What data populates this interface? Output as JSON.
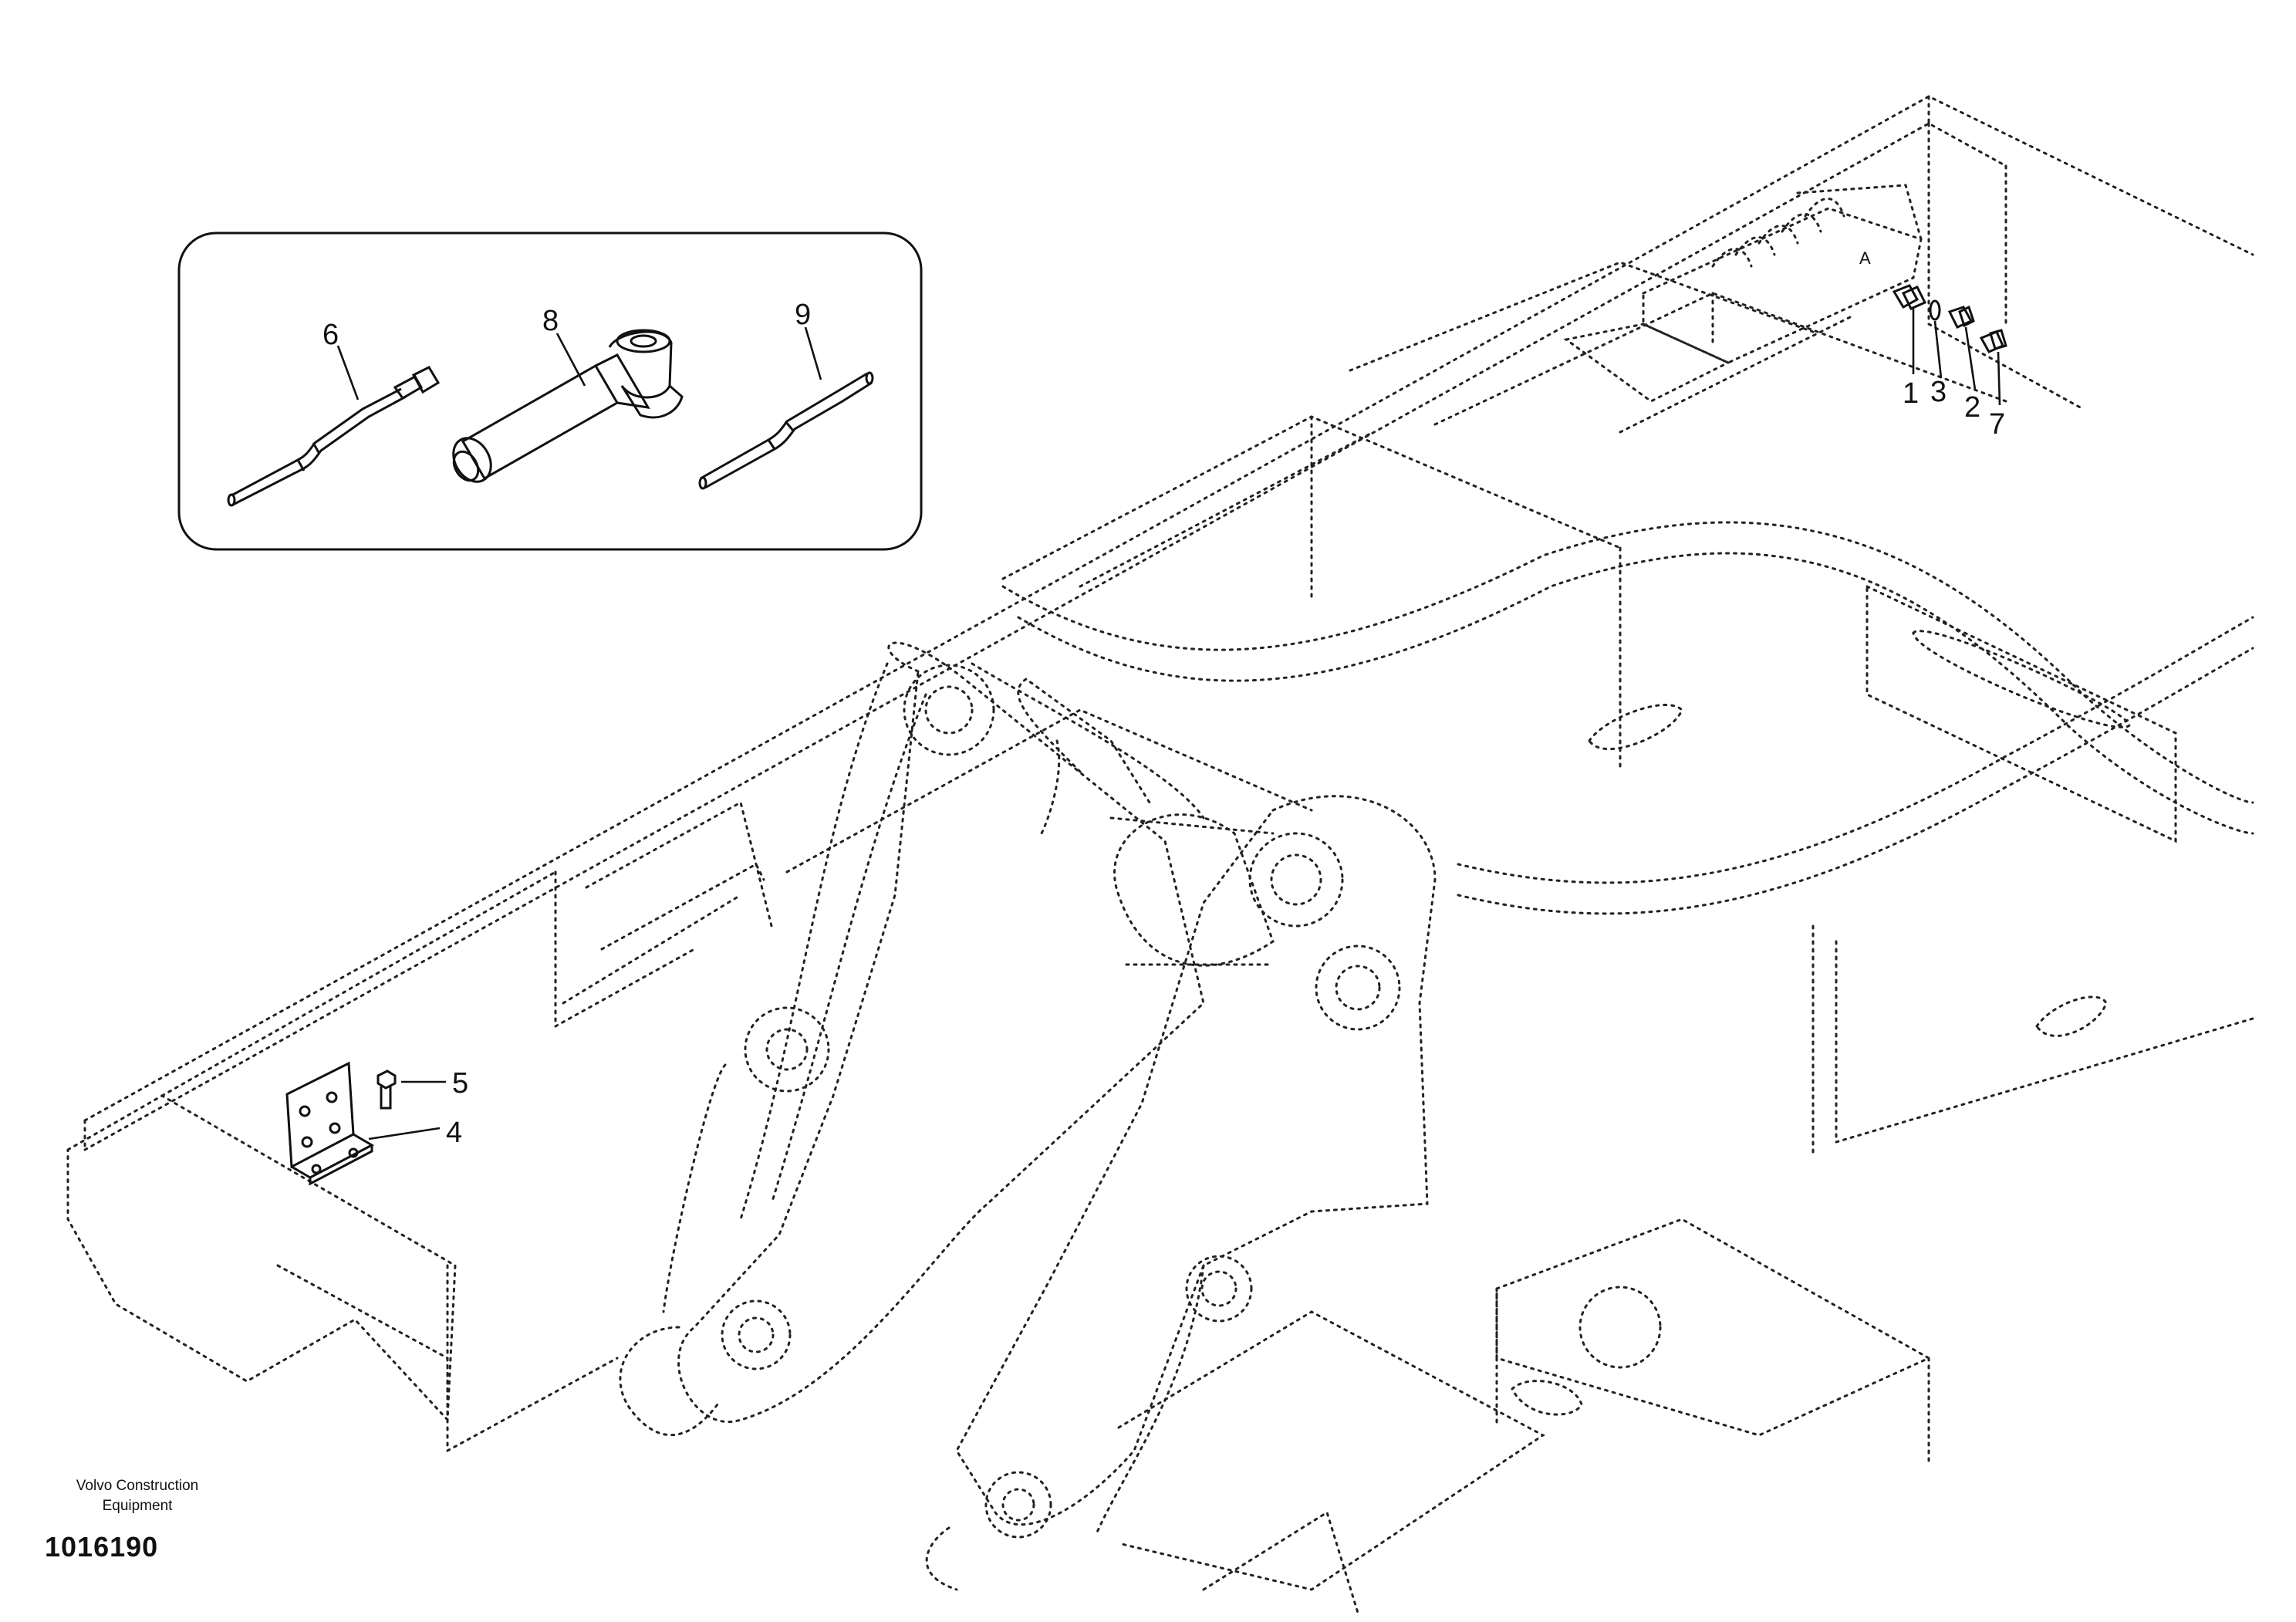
{
  "callouts": [
    {
      "id": "1",
      "label": "1"
    },
    {
      "id": "2",
      "label": "2"
    },
    {
      "id": "3",
      "label": "3"
    },
    {
      "id": "4",
      "label": "4"
    },
    {
      "id": "5",
      "label": "5"
    },
    {
      "id": "6",
      "label": "6"
    },
    {
      "id": "7",
      "label": "7"
    },
    {
      "id": "8",
      "label": "8"
    },
    {
      "id": "9",
      "label": "9"
    }
  ],
  "detail_label": "A",
  "footer": {
    "company_line1": "Volvo Construction",
    "company_line2": "Equipment",
    "figure_number": "1016190"
  },
  "colors": {
    "line": "#111111",
    "background": "#ffffff"
  }
}
